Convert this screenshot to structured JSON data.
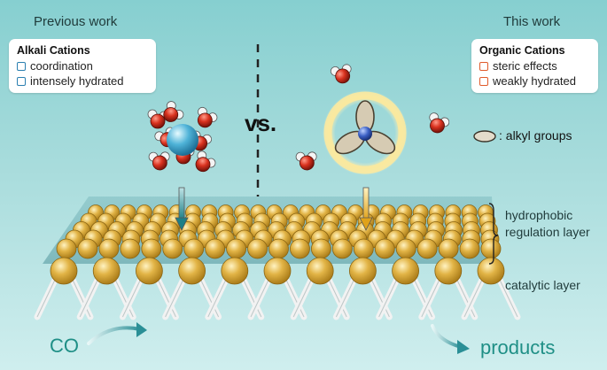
{
  "headers": {
    "left": "Previous work",
    "right": "This work"
  },
  "left_box": {
    "title": "Alkali Cations",
    "items": [
      "coordination",
      "intensely hydrated"
    ],
    "marker_color": "#2a7fb0"
  },
  "right_box": {
    "title": "Organic Cations",
    "items": [
      "steric effects",
      "weakly hydrated"
    ],
    "marker_color": "#e05a2b"
  },
  "vs_label": "vs.",
  "alkyl_legend": ": alkyl groups",
  "layer_labels": {
    "hydrophobic": [
      "hydrophobic",
      "regulation layer"
    ],
    "catalytic": "catalytic layer"
  },
  "flow_labels": {
    "input": "CO",
    "output": "products"
  },
  "colors": {
    "alkali_cation": "#4fb3d8",
    "organic_center": "#3a5fc4",
    "gold": "#e2b446",
    "oxygen": "#d9321f",
    "flow_text": "#1f8f86"
  }
}
